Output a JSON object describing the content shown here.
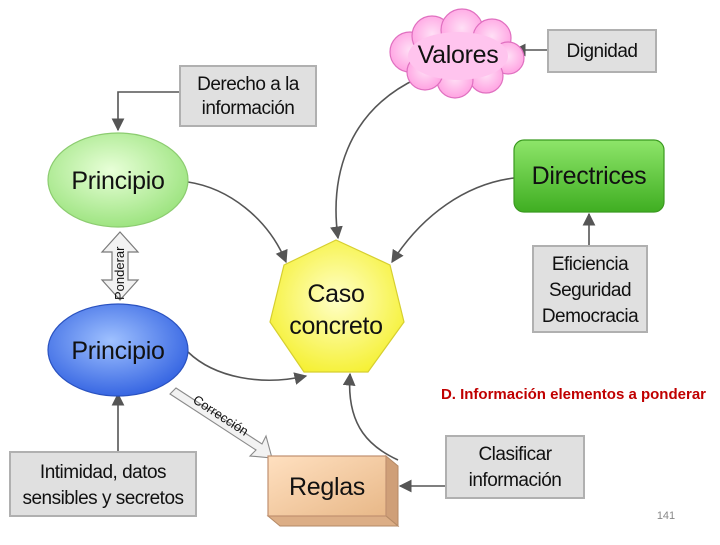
{
  "nodes": {
    "valores": "Valores",
    "dignidad": "Dignidad",
    "derecho": [
      "Derecho a la",
      "información"
    ],
    "principio_top": "Principio",
    "directrices": "Directrices",
    "ponderar": "Ponderar",
    "caso": [
      "Caso",
      "concreto"
    ],
    "eficiencia": [
      "Eficiencia",
      "Seguridad",
      "Democracia"
    ],
    "principio_bottom": "Principio",
    "correccion": "Corrección",
    "intimidad": [
      "Intimidad, datos",
      "sensibles y secretos"
    ],
    "reglas": "Reglas",
    "clasificar": [
      "Clasificar",
      "información"
    ]
  },
  "caption": "D. Información elementos a ponderar",
  "page_number": "141",
  "colors": {
    "caption": "#c00000",
    "principio_top": "#b6f29a",
    "principio_bottom": "#4f7df0",
    "directrices": "#5fcc3a",
    "caso": "#ffff55",
    "valores": "#ffb3e8",
    "reglas": "#f2c9a0",
    "gray_box": "#e0e0e0"
  }
}
